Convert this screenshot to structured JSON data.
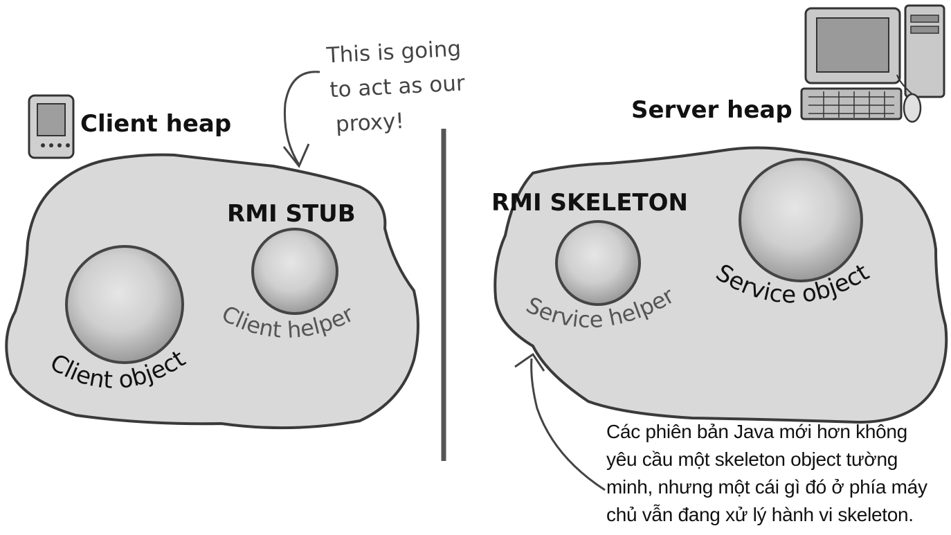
{
  "client": {
    "heap_label": "Client heap",
    "stub_label": "RMI STUB",
    "object_label": "Client object",
    "helper_label": "Client helper",
    "proxy_note": [
      "This is going",
      "to act as our",
      "proxy!"
    ]
  },
  "server": {
    "heap_label": "Server heap",
    "skeleton_label": "RMI SKELETON",
    "helper_label": "Service helper",
    "object_label": "Service object"
  },
  "annotation": [
    "Các phiên bản Java mới hơn không",
    "yêu cầu một skeleton object tường",
    "minh, nhưng một cái gì đó ở phía máy",
    "chủ vẫn đang xử lý hành vi skeleton."
  ],
  "icons": [
    "pda-icon",
    "desktop-computer-icon"
  ],
  "colors": {
    "heap_fill": "#d9d9d9",
    "outline": "#3a3a3a",
    "helper_text": "#555555"
  }
}
